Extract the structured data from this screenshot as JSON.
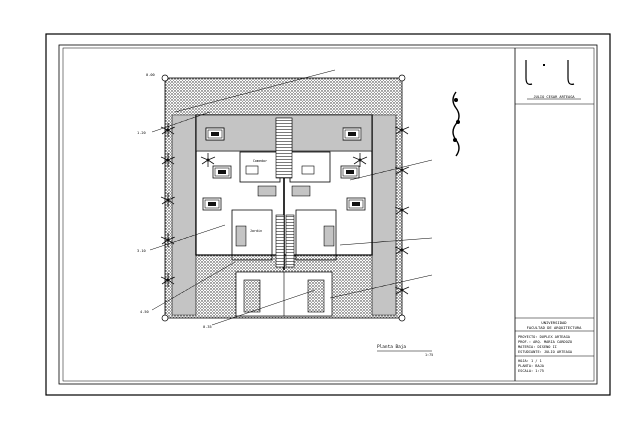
{
  "drawing": {
    "plan_title": "Planta Baja",
    "plan_scale": "1:75",
    "room_labels": {
      "upper_room": "Comedor",
      "lower_room": "Jardin"
    },
    "level_marks": {
      "top_left": "0.00",
      "left_1": "1.20",
      "left_2": "3.10",
      "left_3": "4.50",
      "bottom": "0.35"
    }
  },
  "title_block": {
    "logo_caption": "JULIO CESAR ARTEAGA",
    "university": "UNIVERSIDAD",
    "faculty": "FACULTAD DE ARQUITECTURA",
    "project": "PROYECTO: DUPLEX ARTEAGA",
    "professor": "PROF.: ARQ. MARIA CARDOZO",
    "course": "MATERIA: DISENO II",
    "student": "ESTUDIANTE: JULIO ARTEAGA",
    "sheet": "HOJA: 1 / 1",
    "plan": "PLANTA: BAJA",
    "scale": "ESCALA: 1:75"
  }
}
